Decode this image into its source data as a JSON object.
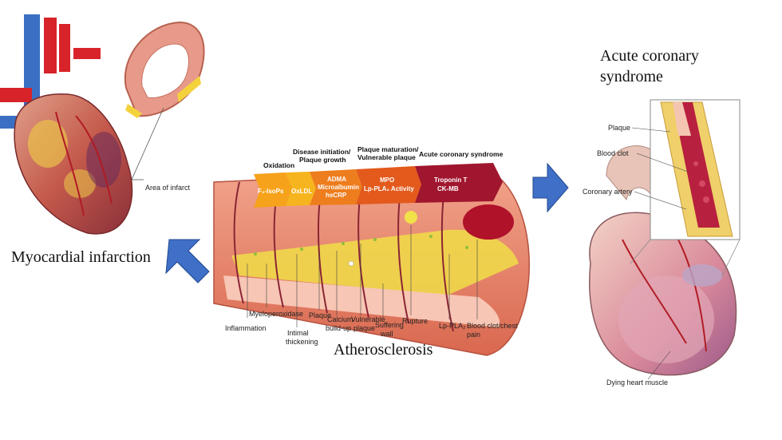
{
  "left_panel": {
    "title": "Myocardial infarction",
    "infarct_label": "Area of infarct"
  },
  "right_panel": {
    "title_line1": "Acute coronary",
    "title_line2": "syndrome",
    "labels": {
      "plaque": "Plaque",
      "blood_clot": "Blood clot",
      "coronary_artery": "Coronary artery",
      "dying_muscle": "Dying heart muscle"
    }
  },
  "center_panel": {
    "caption": "Atherosclerosis",
    "stages": [
      {
        "line1": "Oxidation",
        "line2": ""
      },
      {
        "line1": "Disease initiation/",
        "line2": "Plaque growth"
      },
      {
        "line1": "Plaque maturation/",
        "line2": "Vulnerable plaque"
      },
      {
        "line1": "Acute coronary syndrome",
        "line2": ""
      }
    ],
    "biomarkers": [
      {
        "lines": [
          "F₂-IsoPs"
        ],
        "color": "#f6a21a"
      },
      {
        "lines": [
          "OxLDL"
        ],
        "color": "#f6b41e"
      },
      {
        "lines": [
          "ADMA",
          "Microalbumin",
          "hsCRP"
        ],
        "color": "#ee7d1e"
      },
      {
        "lines": [
          "MPO",
          "Lp-PLA₂ Activity"
        ],
        "color": "#e35a1c"
      },
      {
        "lines": [
          "Troponin T",
          "CK-MB"
        ],
        "color": "#a0162e"
      }
    ],
    "bottom_labels": [
      {
        "lines": [
          "Inflammation"
        ]
      },
      {
        "lines": [
          "Myeloperoxidase"
        ]
      },
      {
        "lines": [
          "Intimal",
          "thickening"
        ]
      },
      {
        "lines": [
          "Plaque"
        ]
      },
      {
        "lines": [
          "Calcium",
          "build-up"
        ]
      },
      {
        "lines": [
          "Vulnerable",
          "plaque"
        ]
      },
      {
        "lines": [
          "Suffering",
          "wall"
        ]
      },
      {
        "lines": [
          "Rupture"
        ]
      },
      {
        "lines": [
          "Lp-PLA₂"
        ]
      },
      {
        "lines": [
          "Blood clot/chest",
          "pain"
        ]
      }
    ]
  },
  "colors": {
    "arrow_blue": "#3f6fc6",
    "vessel": "#e8836c",
    "plaque_yellow": "#efd84a",
    "clot_red": "#b0122a"
  }
}
